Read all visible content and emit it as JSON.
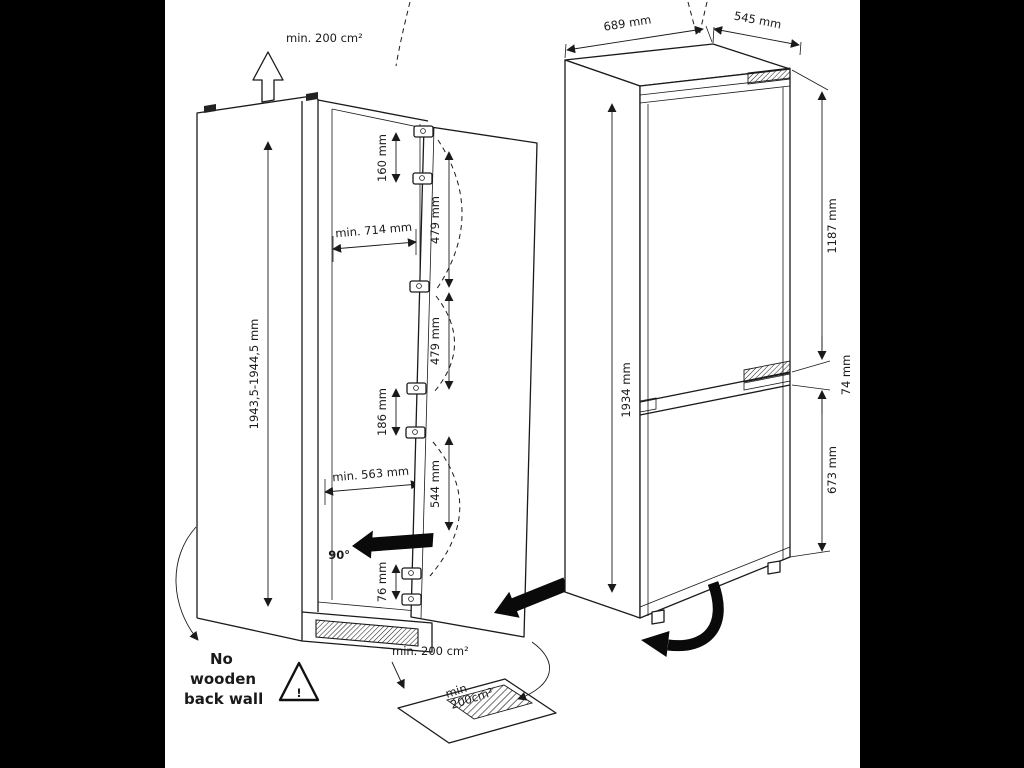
{
  "page": {
    "bg": "#000000",
    "paper": "#ffffff"
  },
  "niche_view": {
    "top_vent": "min. 200 cm²",
    "height": "1943,5-1944,5 mm",
    "width": "min. 714 mm",
    "depth": "min. 563 mm",
    "angle": "90°",
    "hinge_dims": [
      "160 mm",
      "479 mm",
      "479 mm",
      "186 mm",
      "544 mm",
      "76 mm"
    ],
    "bottom_vent": "min. 200 cm²",
    "warning": {
      "line1": "No",
      "line2": "wooden",
      "line3": "back wall",
      "mark": "!"
    },
    "floor_vent": {
      "line1": "min",
      "line2": "200cm²"
    }
  },
  "appliance_view": {
    "width": "689 mm",
    "depth": "545 mm",
    "height": "1934 mm",
    "upper_door": "1187 mm",
    "gap": "74 mm",
    "lower_door": "673 mm"
  }
}
